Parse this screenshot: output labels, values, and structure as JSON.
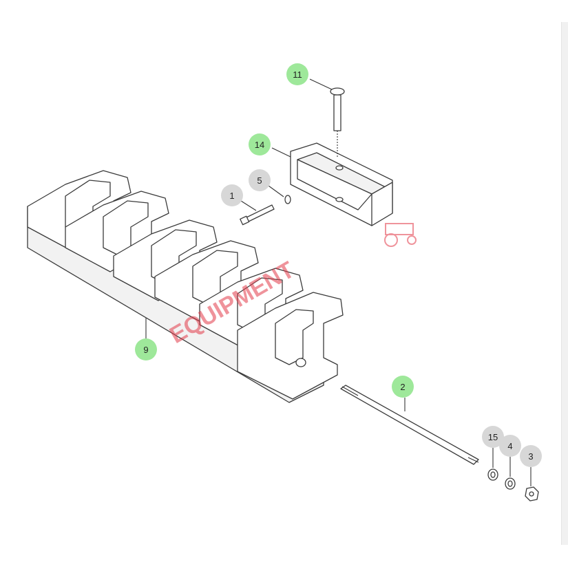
{
  "diagram": {
    "colors": {
      "highlight_badge": "#9ee89a",
      "plain_badge": "#d7d7d7",
      "watermark": "#e23b4a",
      "line": "#3a3a3a"
    },
    "callouts": [
      {
        "id": "11",
        "label": "11",
        "highlighted": true
      },
      {
        "id": "14",
        "label": "14",
        "highlighted": true
      },
      {
        "id": "5",
        "label": "5",
        "highlighted": false
      },
      {
        "id": "1",
        "label": "1",
        "highlighted": false
      },
      {
        "id": "9",
        "label": "9",
        "highlighted": true
      },
      {
        "id": "2",
        "label": "2",
        "highlighted": true
      },
      {
        "id": "15",
        "label": "15",
        "highlighted": false
      },
      {
        "id": "4",
        "label": "4",
        "highlighted": false
      },
      {
        "id": "3",
        "label": "3",
        "highlighted": false
      }
    ],
    "watermark": {
      "text": "EQUIPMENT",
      "icon": "tractor-icon"
    }
  }
}
